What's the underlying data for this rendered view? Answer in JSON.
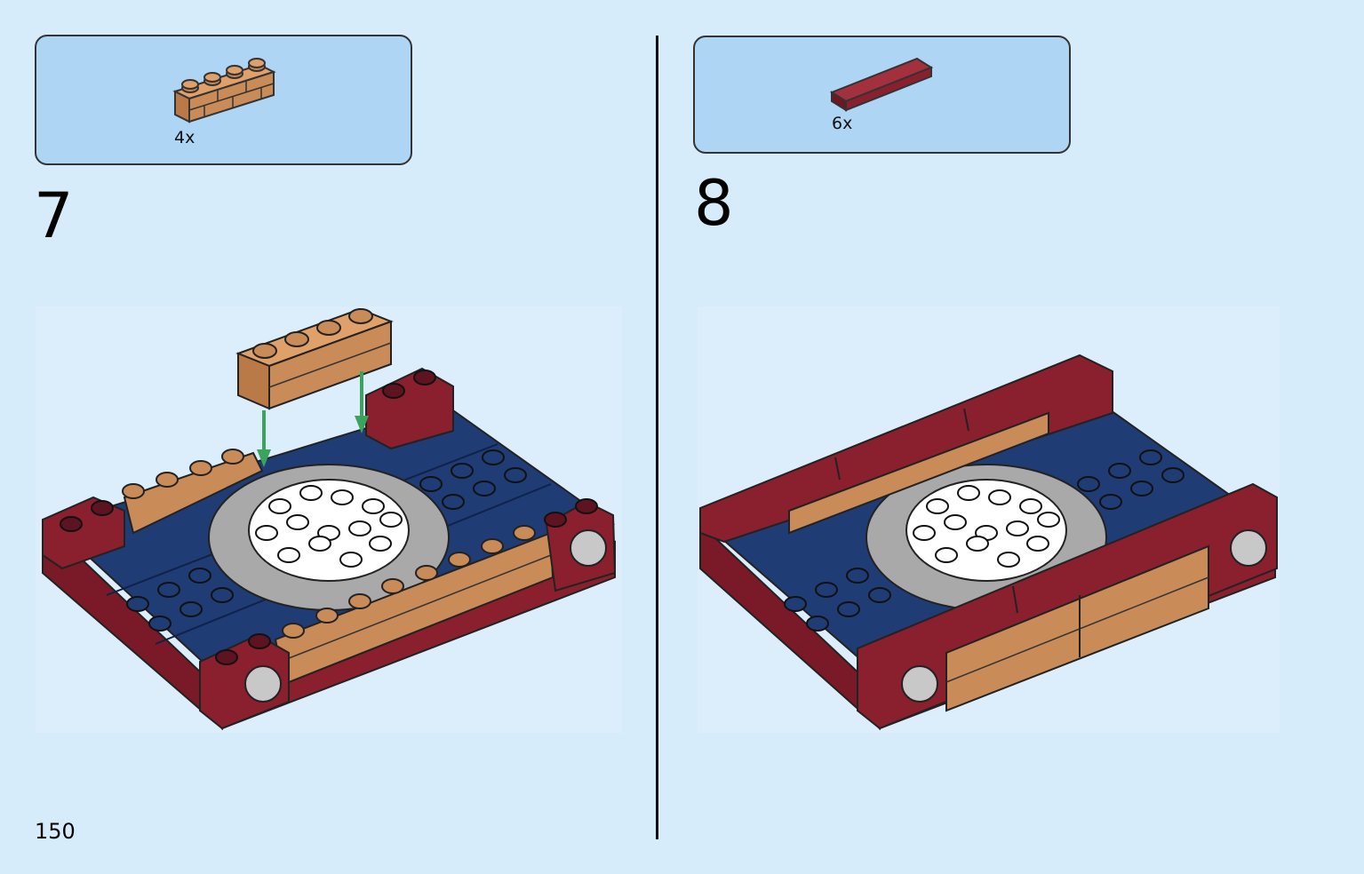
{
  "page": {
    "number": "150"
  },
  "steps": [
    {
      "number": "7",
      "parts": [
        {
          "qty": "4x",
          "part": "tan-masonry-brick-1x4",
          "color": "#c98b57"
        }
      ]
    },
    {
      "number": "8",
      "parts": [
        {
          "qty": "6x",
          "part": "dark-red-tile-1x4",
          "color": "#8a1f2e"
        }
      ]
    }
  ],
  "colors": {
    "background": "#d6ecfb",
    "parts_box": "#afd5f4",
    "dark_red": "#8a1f2e",
    "dark_blue": "#1f3c74",
    "tan": "#c98b57",
    "grey": "#a9a9a9",
    "arrow": "#3aa35c"
  }
}
